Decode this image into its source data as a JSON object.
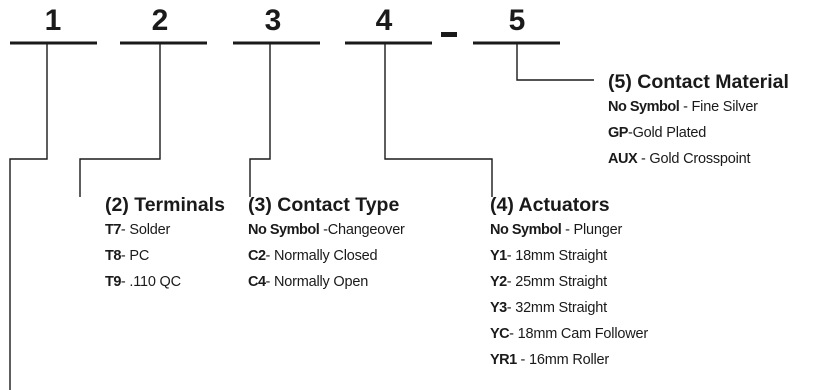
{
  "code_positions": [
    "1",
    "2",
    "3",
    "4",
    "5"
  ],
  "separator": "–",
  "groups": [
    {
      "heading": "(2) Terminals",
      "options": [
        {
          "code": "T7",
          "desc": "- Solder"
        },
        {
          "code": "T8",
          "desc": "- PC"
        },
        {
          "code": "T9",
          "desc": "- .110 QC"
        }
      ]
    },
    {
      "heading": "(3) Contact Type",
      "options": [
        {
          "code": "No Symbol",
          "desc": " -Changeover"
        },
        {
          "code": "C2",
          "desc": "- Normally Closed"
        },
        {
          "code": "C4",
          "desc": "- Normally Open"
        }
      ]
    },
    {
      "heading": "(4) Actuators",
      "options": [
        {
          "code": "No Symbol",
          "desc": " - Plunger"
        },
        {
          "code": "Y1",
          "desc": "- 18mm Straight"
        },
        {
          "code": "Y2",
          "desc": "- 25mm Straight"
        },
        {
          "code": "Y3",
          "desc": "- 32mm Straight"
        },
        {
          "code": "YC",
          "desc": "- 18mm Cam Follower"
        },
        {
          "code": "YR1",
          "desc": " - 16mm Roller"
        }
      ]
    },
    {
      "heading": "(5) Contact Material",
      "options": [
        {
          "code": "No Symbol",
          "desc": "  - Fine Silver"
        },
        {
          "code": "GP",
          "desc": "-Gold Plated"
        },
        {
          "code": "AUX",
          "desc": " - Gold Crosspoint"
        }
      ]
    }
  ],
  "colors": {
    "ink": "#1a1a1a",
    "background": "#ffffff"
  }
}
